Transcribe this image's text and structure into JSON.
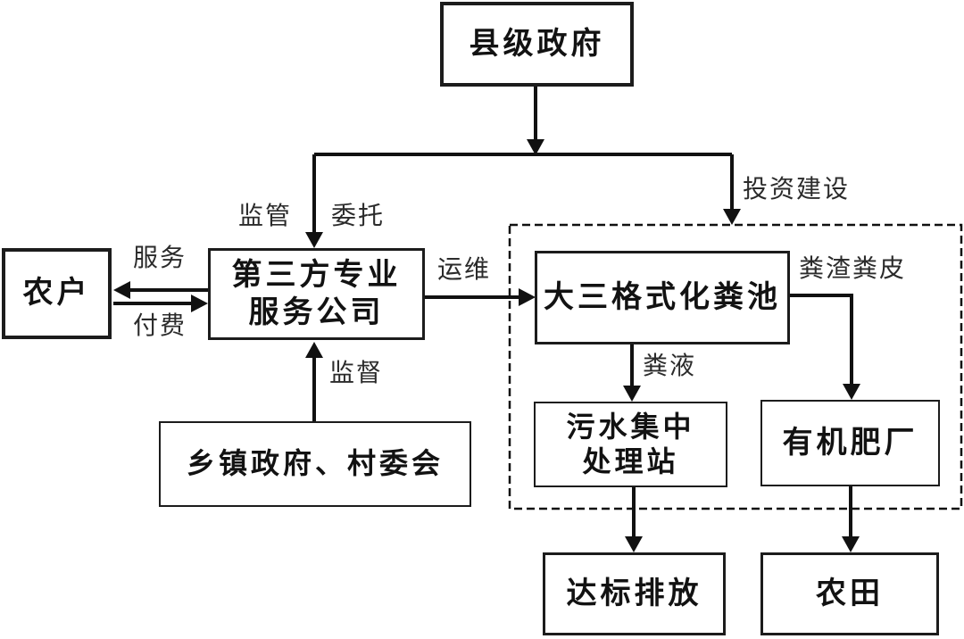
{
  "diagram": {
    "background_color": "#ffffff",
    "line_color": "#111111",
    "nodes": {
      "county_gov": {
        "label": "县级政府"
      },
      "farmers": {
        "label": "农户"
      },
      "third_party": {
        "lines": [
          "第三方专业",
          "服务公司"
        ]
      },
      "township": {
        "label": "乡镇政府、村委会"
      },
      "septic_tank": {
        "label": "大三格式化粪池"
      },
      "sewage_station": {
        "lines": [
          "污水集中",
          "处理站"
        ]
      },
      "fertilizer_plant": {
        "label": "有机肥厂"
      },
      "discharge": {
        "label": "达标排放"
      },
      "farmland": {
        "label": "农田"
      }
    },
    "edge_labels": {
      "regulate": "监管",
      "entrust": "委托",
      "service": "服务",
      "pay": "付费",
      "operate": "运维",
      "oversee": "监督",
      "invest": "投资建设",
      "fecal_liquid": "粪液",
      "fecal_residue": "粪渣粪皮"
    }
  }
}
